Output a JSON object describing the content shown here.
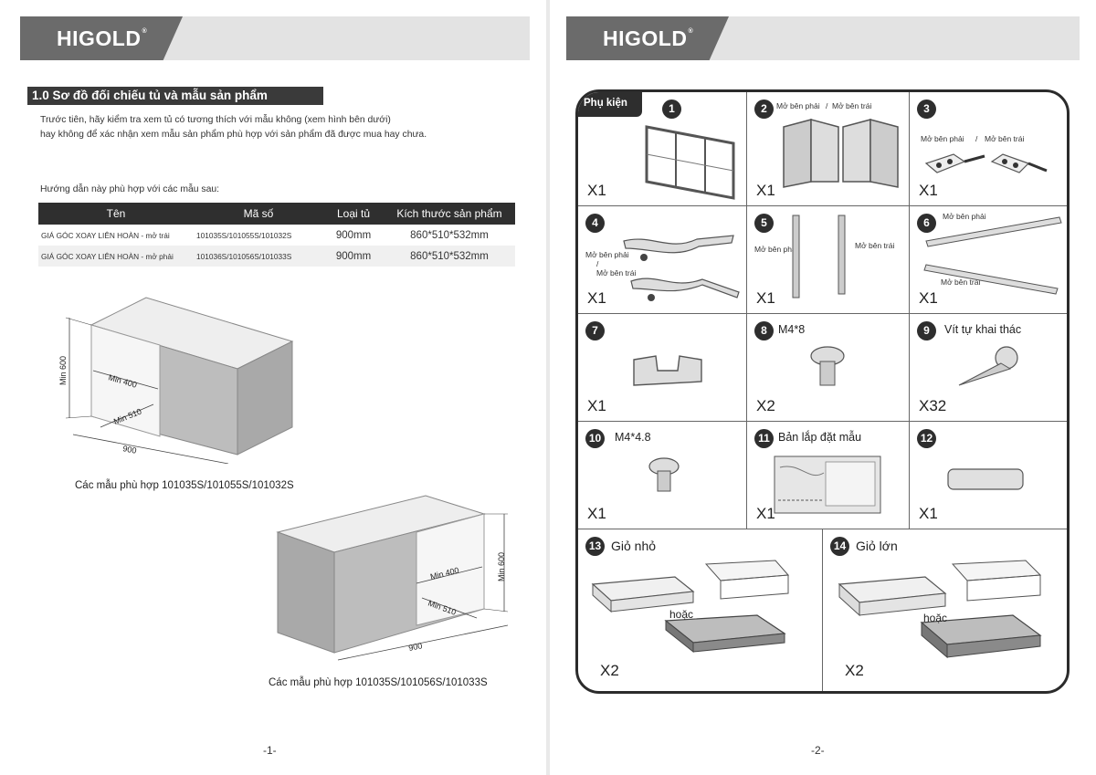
{
  "brand": "HIGOLD",
  "page1": {
    "section_title": "1.0 Sơ đồ đối chiếu tủ và mẫu sản phẩm",
    "intro_line1": "Trước tiên, hãy kiểm tra xem tủ có tương thích với mẫu không (xem hình bên dưới)",
    "intro_line2": "hay không để xác nhận xem mẫu sản phẩm phù hợp với sản phẩm đã được mua hay chưa.",
    "guide": "Hướng dẫn này phù hợp với các mẫu sau:",
    "table": {
      "headers": [
        "Tên",
        "Mã số",
        "Loại tủ",
        "Kích thước sản phẩm"
      ],
      "rows": [
        [
          "GIÁ GÓC XOAY LIÊN HOÀN - mở trái",
          "101035S/101055S/101032S",
          "900mm",
          "860*510*532mm"
        ],
        [
          "GIÁ GÓC XOAY LIÊN HOÀN - mở phải",
          "101036S/101056S/101033S",
          "900mm",
          "860*510*532mm"
        ]
      ]
    },
    "diagram1": {
      "min_height": "Min 600",
      "min_width": "Min 400",
      "min_depth": "Min 510",
      "width": "900"
    },
    "caption1": "Các mẫu phù hợp 101035S/101055S/101032S",
    "diagram2": {
      "min_height": "Min 600",
      "min_width": "Min 400",
      "min_depth": "Min 510",
      "width": "900"
    },
    "caption2": "Các mẫu phù hợp 101035S/101056S/101033S",
    "page_number": "-1-"
  },
  "page2": {
    "tab_label": "Phụ kiện",
    "open_right": "Mở bên phải",
    "open_left": "Mở bên trái",
    "or_label": "hoặc",
    "parts": [
      {
        "num": "1",
        "label": "",
        "qty": "X1"
      },
      {
        "num": "2",
        "label": "",
        "qty": "X1"
      },
      {
        "num": "3",
        "label": "",
        "qty": "X1"
      },
      {
        "num": "4",
        "label": "",
        "qty": "X1"
      },
      {
        "num": "5",
        "label": "",
        "qty": "X1"
      },
      {
        "num": "6",
        "label": "",
        "qty": "X1"
      },
      {
        "num": "7",
        "label": "",
        "qty": "X1"
      },
      {
        "num": "8",
        "label": "M4*8",
        "qty": "X2"
      },
      {
        "num": "9",
        "label": "Vít tự khai thác",
        "qty": "X32"
      },
      {
        "num": "10",
        "label": "M4*4.8",
        "qty": "X1"
      },
      {
        "num": "11",
        "label": "Bản lắp đặt mẫu",
        "qty": "X1"
      },
      {
        "num": "12",
        "label": "",
        "qty": "X1"
      },
      {
        "num": "13",
        "label": "Giỏ nhỏ",
        "qty": "X2"
      },
      {
        "num": "14",
        "label": "Giỏ lớn",
        "qty": "X2"
      }
    ],
    "page_number": "-2-"
  },
  "colors": {
    "header_bar": "#e3e3e3",
    "logo_block": "#6b6b6b",
    "dark": "#2e2e2e"
  }
}
